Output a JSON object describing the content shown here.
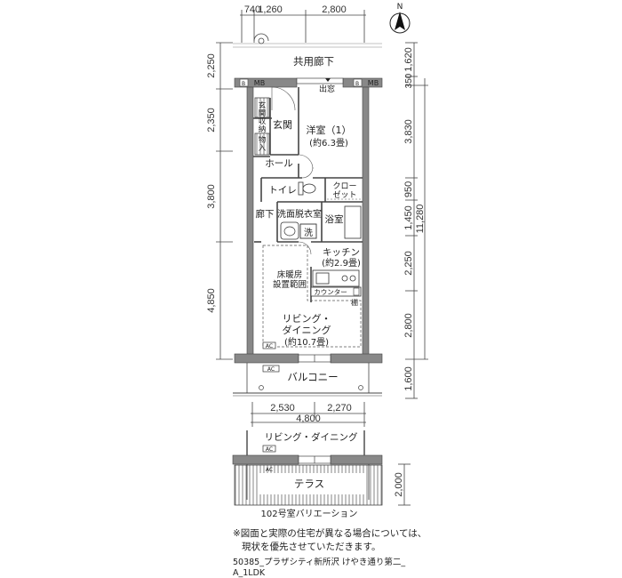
{
  "dimensions": {
    "top": [
      "740",
      "1,260",
      "2,800"
    ],
    "left": [
      "2,250",
      "2,350",
      "3,800",
      "4,850"
    ],
    "right": [
      "1,620",
      "350",
      "3,830",
      "950",
      "1,450",
      "2,250",
      "2,800",
      "1,600"
    ],
    "right_total": "11,280",
    "bottom": [
      "2,530",
      "2,270"
    ],
    "bottom_total": "4,800",
    "variation_right": "2,000"
  },
  "compass": "N",
  "rooms": {
    "corridor": "共用廊下",
    "mb": "MB",
    "entrance": "出窓",
    "genkan": "玄関",
    "storage": [
      "玄",
      "関",
      "収",
      "納"
    ],
    "monoire": [
      "物",
      "入"
    ],
    "western_room": "洋室（1）",
    "western_room_size": "(約6.3畳)",
    "hall": "ホール",
    "toilet": "トイレ",
    "closet": [
      "クロー",
      "ゼット"
    ],
    "hallway": "廊下",
    "washroom": "洗面脱衣室",
    "washer": "洗",
    "bath": "浴室",
    "kitchen": "キッチン",
    "kitchen_size": "(約2.9畳)",
    "floor_heating": [
      "床暖房",
      "設置範囲"
    ],
    "counter": "カウンター",
    "shelf": "棚",
    "living": [
      "リビング・",
      "ダイニング"
    ],
    "living_size": "(約10.7畳)",
    "ac": "AC",
    "balcony": "バルコニー"
  },
  "variation": {
    "living_label": "リビング・ダイニング",
    "terrace": "テラス",
    "caption": "102号室バリエーション"
  },
  "notes": {
    "line1": "※図面と実際の住宅が異なる場合については、",
    "line2": "現状を優先させていただきます。",
    "code1": "50385_プラザシティ新所沢 けやき通り第二_",
    "code2": "A_1LDK"
  }
}
